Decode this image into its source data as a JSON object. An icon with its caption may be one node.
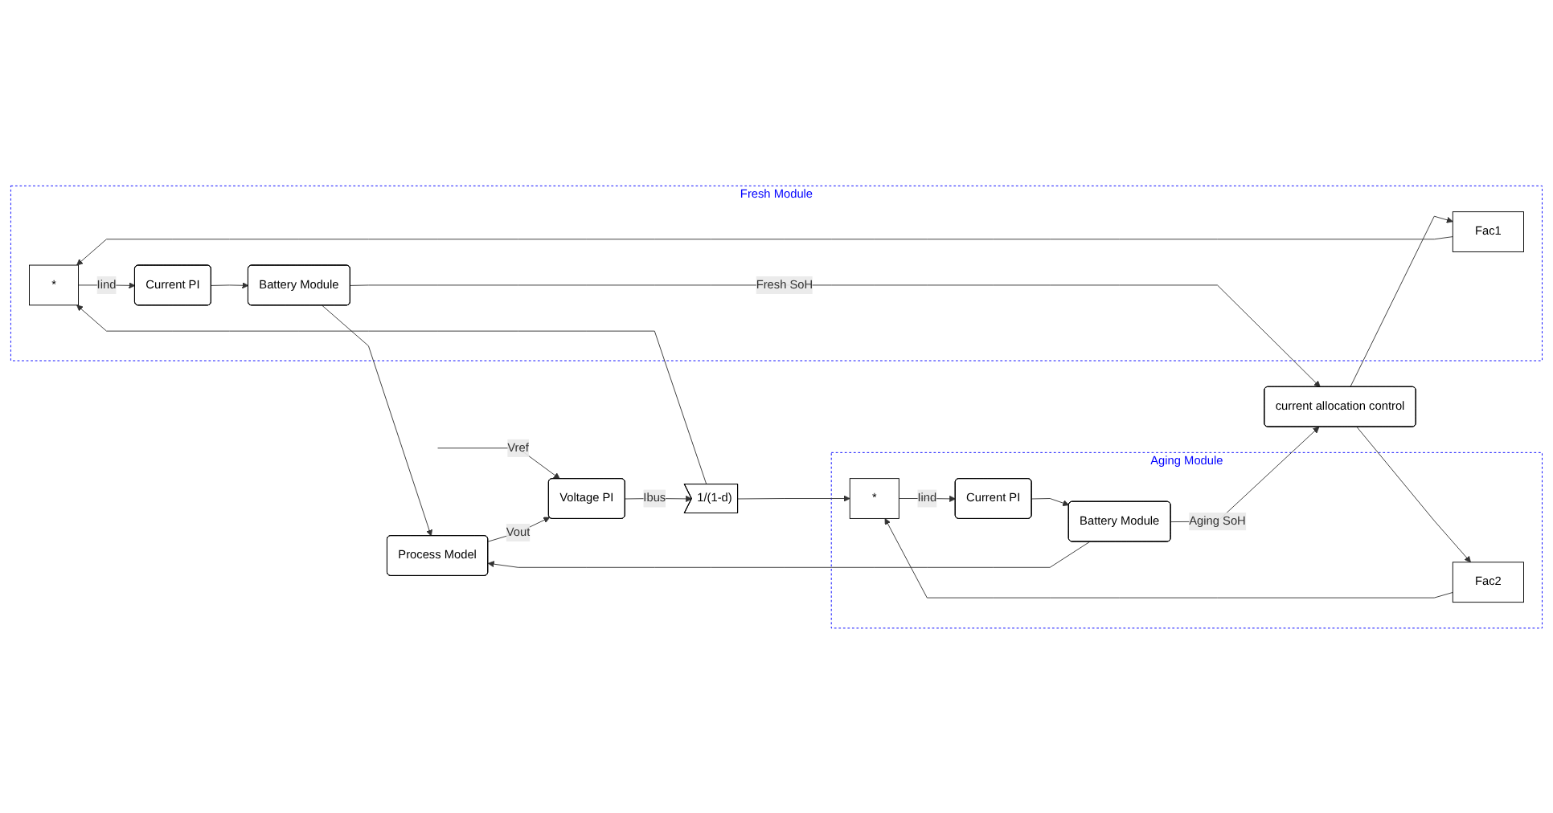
{
  "diagram": {
    "nodes": [
      {
        "text": [
          "Fresh Module"
        ]
      },
      {
        "text": [
          "*"
        ],
        "in": 0
      },
      {
        "text": [
          "Current PI"
        ],
        "in": 0
      },
      {
        "text": [
          "Battery Module"
        ],
        "in": 0
      },
      {
        "text": [
          "Fac1"
        ],
        "in": 0
      },
      {
        "text": [
          "Voltage PI"
        ]
      },
      {
        "text": [
          "1/(1-d)"
        ]
      },
      {
        "text": [
          "current allocation control"
        ]
      },
      {
        "text": [
          "Process Model"
        ]
      },
      {
        "text": [
          "Aging Module"
        ]
      },
      {
        "text": [
          "Fac2"
        ],
        "in": 9
      },
      {
        "text": [
          "*"
        ],
        "in": 9
      },
      {
        "text": [
          "Current PI"
        ],
        "in": 9
      },
      {
        "text": [
          "Battery Module"
        ],
        "in": 9
      }
    ],
    "edges": [
      {
        "from": null,
        "to": 5,
        "arrow": "to",
        "label": "Vref"
      },
      {
        "from": 8,
        "to": 5,
        "arrow": "to",
        "label": "Vout"
      },
      {
        "from": 5,
        "to": 6,
        "arrow": "to",
        "label": "Ibus"
      },
      {
        "from": 6,
        "to": 1,
        "arrow": "to"
      },
      {
        "from": 6,
        "to": 11,
        "arrow": "to"
      },
      {
        "from": 4,
        "to": 1,
        "arrow": "to"
      },
      {
        "from": 1,
        "to": 2,
        "arrow": "to",
        "label": "Iind"
      },
      {
        "from": 2,
        "to": 3,
        "arrow": "to"
      },
      {
        "from": 3,
        "to": 8,
        "arrow": "to"
      },
      {
        "from": 3,
        "to": 7,
        "arrow": "to",
        "label": "Fresh SoH"
      },
      {
        "from": 7,
        "to": 4,
        "arrow": "to"
      },
      {
        "from": 7,
        "to": 10,
        "arrow": "to"
      },
      {
        "from": 10,
        "to": 11,
        "arrow": "to"
      },
      {
        "from": 11,
        "to": 12,
        "arrow": "to",
        "label": "Iind"
      },
      {
        "from": 12,
        "to": 13,
        "arrow": "to"
      },
      {
        "from": 13,
        "to": 8,
        "arrow": "to"
      },
      {
        "from": 13,
        "to": 7,
        "arrow": "to",
        "label": "Aging SoH"
      }
    ]
  }
}
